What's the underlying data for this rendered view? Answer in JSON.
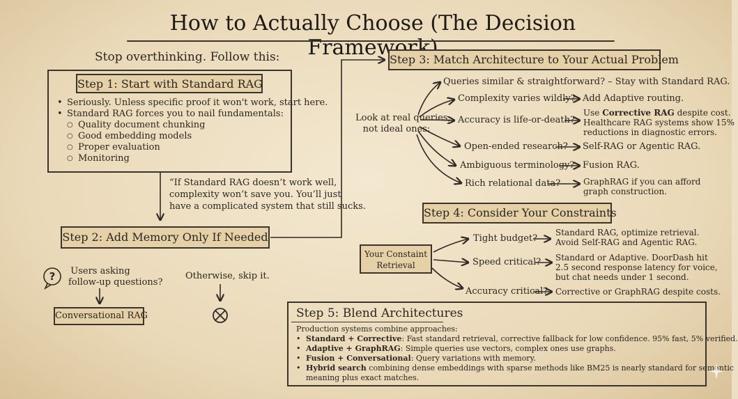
{
  "title": "How to Actually Choose (The Decision Framework)",
  "intro": "Stop overthinking. Follow this:",
  "step1": {
    "header": "Step 1: Start with Standard RAG",
    "bullets": [
      "Seriously. Unless specific proof it won't work, start here.",
      "Standard RAG forces you to nail fundamentals:"
    ],
    "sub": [
      "Quality document chunking",
      "Good embedding models",
      "Proper evaluation",
      "Monitoring"
    ]
  },
  "quote": {
    "line1": "“If Standard RAG doesn’t work well,",
    "line2": "complexity won’t save you. You’ll just",
    "line3": "have a complicated system that still sucks."
  },
  "step2": {
    "header": "Step 2: Add Memory Only If Needed",
    "users_line1": "Users asking",
    "users_line2": "follow-up questions?",
    "otherwise": "Otherwise, skip it.",
    "result": "Conversational RAG",
    "question_icon": "question-mark-bubble-icon",
    "skip_icon": "crossed-circle-icon"
  },
  "step3": {
    "header": "Step 3: Match Architecture to Your Actual Problem",
    "hub_line1": "Look at real queries,",
    "hub_line2": "not ideal ones:",
    "branches": [
      {
        "q": "Queries similar & straightforward? – Stay with Standard RAG.",
        "a": ""
      },
      {
        "q": "Complexity varies wildly?",
        "a": "Add Adaptive routing."
      },
      {
        "q": "Accuracy is life-or-death?",
        "a_pre": "Use ",
        "a_bold": "Corrective RAG",
        "a_post": " despite cost.",
        "a2": "Healthcare RAG systems show 15%",
        "a3": "reductions in diagnostic errors."
      },
      {
        "q": "Open-ended research?",
        "a": "Self-RAG or Agentic RAG."
      },
      {
        "q": "Ambiguous terminology?",
        "a": "Fusion RAG."
      },
      {
        "q": "Rich relational data?",
        "a": "GraphRAG if you can afford",
        "a2": "graph construction."
      }
    ]
  },
  "step4": {
    "header": "Step 4: Consider Your Constraints",
    "hub_line1": "Your Constaint",
    "hub_line2": "Retrieval",
    "items": [
      {
        "q": "Tight budget?",
        "a": "Standard RAG, optimize retrieval.",
        "a2": "Avoid Self-RAG and Agentic RAG."
      },
      {
        "q": "Speed critical?",
        "a": "Standard or Adaptive. DoorDash hit",
        "a2": "2.5 second response latency for voice,",
        "a3": "but chat needs under 1 second."
      },
      {
        "q": "Accuracy critical?",
        "a": "Corrective or GraphRAG despite costs."
      }
    ]
  },
  "step5": {
    "header": "Step 5: Blend Architectures",
    "intro": "Production systems combine approaches:",
    "items": [
      {
        "bold": "Standard + Corrective",
        "rest": ": Fast standard retrieval, corrective fallback for low confidence. 95% fast, 5% verified."
      },
      {
        "bold": "Adaptive + GraphRAG",
        "rest": ": Simple queries use vectors, complex ones use graphs."
      },
      {
        "bold": "Fusion + Conversational",
        "rest": ": Query variations with memory."
      },
      {
        "bold": "Hybrid search",
        "rest": " combining dense embeddings with sparse methods like BM25 is nearly standard for semantic"
      },
      {
        "bold": "",
        "rest": "meaning plus exact matches."
      }
    ]
  }
}
